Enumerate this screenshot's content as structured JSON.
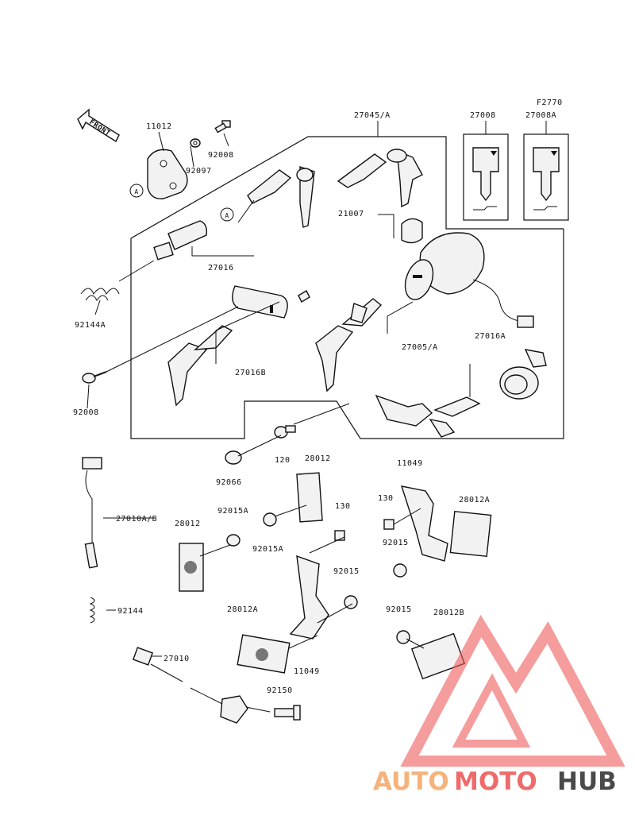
{
  "front_label": "FRONT",
  "ref_code": "F2770",
  "callout": "A",
  "parts": {
    "p11012": "11012",
    "p92008a": "92008",
    "p92097": "92097",
    "p27045": "27045/A",
    "p27008": "27008",
    "p27008A": "27008A",
    "p21007": "21007",
    "p27016": "27016",
    "p92144A": "92144A",
    "p27016B": "27016B",
    "p27005": "27005/A",
    "p27016A": "27016A",
    "p92008b": "92008",
    "p120": "120",
    "p92066": "92066",
    "p28012a": "28012",
    "p11049a": "11049",
    "p27010AB": "27010A/B",
    "p92015A_1": "92015A",
    "p28012b": "28012",
    "p92015A_2": "92015A",
    "p130a": "130",
    "p130b": "130",
    "p28012A_r": "28012A",
    "p92015a": "92015",
    "p92015b": "92015",
    "p92144": "92144",
    "p28012A_l": "28012A",
    "p11049b": "11049",
    "p92015c": "92015",
    "p28012B": "28012B",
    "p27010": "27010",
    "p92150": "92150"
  },
  "watermark": {
    "part1": "AUTO",
    "part2": "MOTO",
    "part3": "HUB",
    "color_part1": "#f6b27a",
    "color_part2": "#ef6b6b",
    "color_part3": "#4a4a4a",
    "logo_color": "#ef5a5a"
  }
}
